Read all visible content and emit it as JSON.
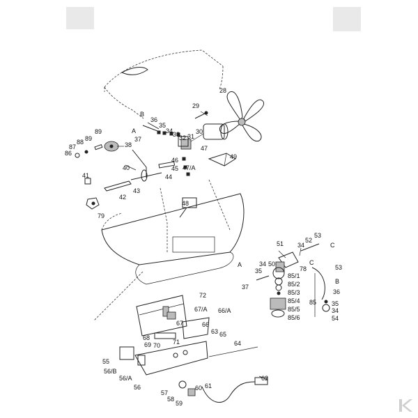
{
  "labels": [
    {
      "id": "28",
      "text": "28"
    },
    {
      "id": "29",
      "text": "29"
    },
    {
      "id": "30",
      "text": "30"
    },
    {
      "id": "31",
      "text": "31"
    },
    {
      "id": "32",
      "text": "32"
    },
    {
      "id": "33",
      "text": "33"
    },
    {
      "id": "34a",
      "text": "34"
    },
    {
      "id": "35a",
      "text": "35"
    },
    {
      "id": "36a",
      "text": "36"
    },
    {
      "id": "B1",
      "text": "B"
    },
    {
      "id": "A1",
      "text": "A"
    },
    {
      "id": "37a",
      "text": "37"
    },
    {
      "id": "38",
      "text": "38"
    },
    {
      "id": "89a",
      "text": "89"
    },
    {
      "id": "89b",
      "text": "89"
    },
    {
      "id": "88",
      "text": "88"
    },
    {
      "id": "87",
      "text": "87"
    },
    {
      "id": "86",
      "text": "86"
    },
    {
      "id": "40",
      "text": "40"
    },
    {
      "id": "41",
      "text": "41"
    },
    {
      "id": "42",
      "text": "42"
    },
    {
      "id": "43",
      "text": "43"
    },
    {
      "id": "44",
      "text": "44"
    },
    {
      "id": "45",
      "text": "45"
    },
    {
      "id": "46",
      "text": "46"
    },
    {
      "id": "47",
      "text": "47"
    },
    {
      "id": "47A",
      "text": "47/A"
    },
    {
      "id": "49",
      "text": "49"
    },
    {
      "id": "48",
      "text": "48"
    },
    {
      "id": "79",
      "text": "79"
    },
    {
      "id": "51",
      "text": "51"
    },
    {
      "id": "34b",
      "text": "34"
    },
    {
      "id": "52",
      "text": "52"
    },
    {
      "id": "53a",
      "text": "53"
    },
    {
      "id": "C1",
      "text": "C"
    },
    {
      "id": "A2",
      "text": "A"
    },
    {
      "id": "35b",
      "text": "35"
    },
    {
      "id": "34c",
      "text": "34"
    },
    {
      "id": "50",
      "text": "50"
    },
    {
      "id": "78",
      "text": "78"
    },
    {
      "id": "C2",
      "text": "C"
    },
    {
      "id": "53b",
      "text": "53"
    },
    {
      "id": "B2",
      "text": "B"
    },
    {
      "id": "37b",
      "text": "37"
    },
    {
      "id": "85_1",
      "text": "85/1"
    },
    {
      "id": "85_2",
      "text": "85/2"
    },
    {
      "id": "85_3",
      "text": "85/3"
    },
    {
      "id": "85_4",
      "text": "85/4"
    },
    {
      "id": "85_5",
      "text": "85/5"
    },
    {
      "id": "85_6",
      "text": "85/6"
    },
    {
      "id": "85",
      "text": "85"
    },
    {
      "id": "36b",
      "text": "36"
    },
    {
      "id": "35c",
      "text": "35"
    },
    {
      "id": "34d",
      "text": "34"
    },
    {
      "id": "54",
      "text": "54"
    },
    {
      "id": "72",
      "text": "72"
    },
    {
      "id": "67A",
      "text": "67/A"
    },
    {
      "id": "66A",
      "text": "66/A"
    },
    {
      "id": "67",
      "text": "67"
    },
    {
      "id": "66",
      "text": "66"
    },
    {
      "id": "63",
      "text": "63"
    },
    {
      "id": "65",
      "text": "65"
    },
    {
      "id": "68",
      "text": "68"
    },
    {
      "id": "69",
      "text": "69"
    },
    {
      "id": "70",
      "text": "70"
    },
    {
      "id": "71",
      "text": "71"
    },
    {
      "id": "64",
      "text": "64"
    },
    {
      "id": "55",
      "text": "55"
    },
    {
      "id": "56B",
      "text": "56/B"
    },
    {
      "id": "56A",
      "text": "56/A"
    },
    {
      "id": "56",
      "text": "56"
    },
    {
      "id": "57",
      "text": "57"
    },
    {
      "id": "58",
      "text": "58"
    },
    {
      "id": "59",
      "text": "59"
    },
    {
      "id": "60",
      "text": "60"
    },
    {
      "id": "61",
      "text": "61"
    },
    {
      "id": "62",
      "text": "62"
    }
  ],
  "icons": {
    "watermark": "brand-k-icon"
  }
}
